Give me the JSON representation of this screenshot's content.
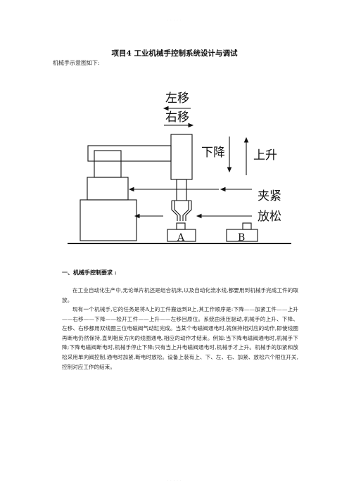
{
  "header_mark": "· · · · ·",
  "footer_mark": "· · · · ·",
  "title": "项目4 工业机械手控制系统设计与调试",
  "intro": "机械手示意图如下:",
  "diagram": {
    "left_label": "左移",
    "right_label": "右移",
    "down_label": "下降",
    "up_label": "上升",
    "clamp_label": "夹紧",
    "release_label": "放松",
    "station_a": "A",
    "station_b": "B"
  },
  "section_heading": "一、机械手控制要求 :",
  "paragraph_1": "在工业自动化生产中,无论单片机还是组合机床,以及自动化流水线,都要用到机械手完成工件的取放。",
  "paragraph_2": "现有一个机械手,它的任务是将A上的工件搬运到B上,其工作顺序是:下降——加紧工件——上升——右移——下降——松开工件——上升——左移回原位。系统由液压驱动,机械手的上升、下降、左移、右移都用双线圈三位电磁阀气动缸完成。当某个电磁阀通电时,就保持相对应的动作,即使线圈再断电仍然保持,直到相反方向的线圈通电,相应的动作才结束。例如:当下降电磁阀通电时,机械手下降;下降电磁阀断电时,机械手停止下降;只有当上升电磁阀通电时,机械手才上升。机械手的加紧和放松采用单向阀控制,通电时加紧,断电时放松。设备上装有上、下、左、右、加紧、放松六个限位开关,控制对应工作的结束。"
}
